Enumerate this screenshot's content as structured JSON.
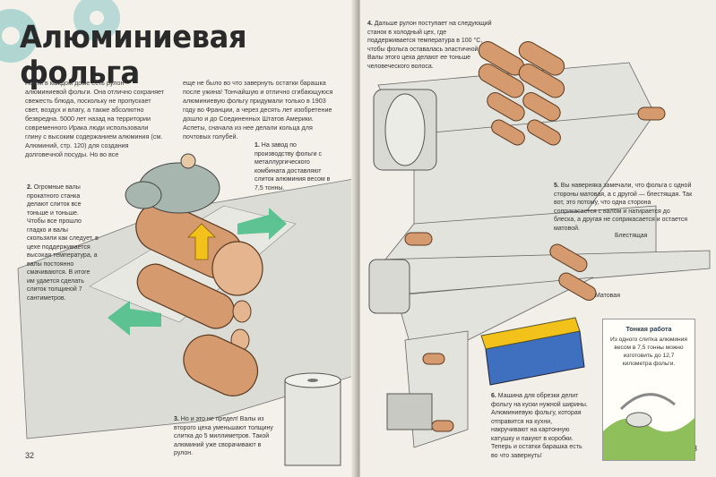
{
  "title": "Алюминиевая фольга",
  "left_page": {
    "intro_col1": "Почти в каждом доме есть рулон алюминиевой фольги. Она отлично сохраняет свежесть блюда, поскольку не пропускает свет, воздух и влагу, а также абсолютно безвредна. 5000 лет назад на территории современного Ирака люди использовали глину с высоким содержанием алюминия (см. Алюминий, стр. 120) для создания долговечной посуды. Но во все",
    "intro_col2": "еще не было во что завернуть остатки барашка после ужина! Тончайшую и отлично сгибающуюся алюминиевую фольгу придумали только в 1903 году во Франции, а через десять лет изобретение дошло и до Соединенных Штатов Америки. Аспеты, сначала из нее делали кольца для почтовых голубей.",
    "step1_num": "1.",
    "step1": "На завод по производству фольги с металлургического комбината доставляют слиток алюминия весом в 7,5 тонны.",
    "step2_num": "2.",
    "step2": "Огромные валы прокатного станка делают слиток все тоньше и тоньше. Чтобы все прошло гладко и валы скользили как следует, в цехе поддерживается высокая температура, а валы постоянно смачиваются. В итоге им удается сделать слиток толщиной 7 сантиметров.",
    "step3_num": "3.",
    "step3": "Но и это не предел! Валы из второго цеха уменьшают толщину слитка до 5 миллиметров. Такой алюминий уже сворачивают в рулон.",
    "page_number": "32"
  },
  "right_page": {
    "step4_num": "4.",
    "step4": "Дальше рулон поступает на следующий станок в холодный цех, где поддерживается температура в 100 °С, чтобы фольга оставалась эластичной. Валы этого цеха делают ее тоньше человеческого волоса.",
    "step5_num": "5.",
    "step5": "Вы наверняка замечали, что фольга с одной стороны матовая, а с другой — блестящая. Так вот, это потому, что одна сторона соприкасается с валом и натирается до блеска, а другая не соприкасается и остается матовой.",
    "label_shiny": "Блестящая",
    "label_matte": "Матовая",
    "box_title": "Тонкая работа",
    "box_text": "Из одного слитка алюминия весом в 7,5 тонны можно изготовить до 12,7 километра фольги.",
    "step6_num": "6.",
    "step6": "Машина для обрезки делит фольгу на куски нужной ширины. Алюминиевую фольгу, которая отправится на кухни, накручивают на картонную катушку и пакуют в коробки. Теперь и остатки барашка есть во что завернуть!",
    "page_number": "33"
  },
  "colors": {
    "arrow_yellow": "#f2c21a",
    "arrow_green": "#4fbf8a",
    "title_ink": "#2a2a2a",
    "box_title": "#2e3e52"
  }
}
